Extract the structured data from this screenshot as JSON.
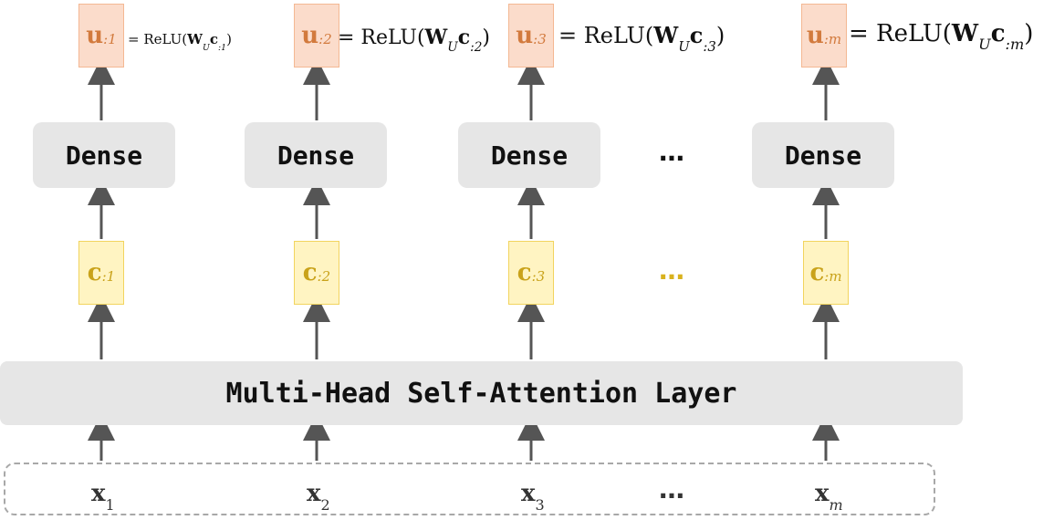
{
  "columns": [
    {
      "u_base": "u",
      "u_sub": ":1",
      "eq_prefix": "= ReLU(",
      "eq_W": "W",
      "eq_Wsub": "U",
      "eq_c": "c",
      "eq_csub": ":1",
      "eq_suffix": ")",
      "dense_label": "Dense",
      "c_base": "c",
      "c_sub": ":1",
      "x_base": "x",
      "x_sub": "1"
    },
    {
      "u_base": "u",
      "u_sub": ":2",
      "eq_prefix": "= ReLU(",
      "eq_W": "W",
      "eq_Wsub": "U",
      "eq_c": "c",
      "eq_csub": ":2",
      "eq_suffix": ")",
      "dense_label": "Dense",
      "c_base": "c",
      "c_sub": ":2",
      "x_base": "x",
      "x_sub": "2"
    },
    {
      "u_base": "u",
      "u_sub": ":3",
      "eq_prefix": "= ReLU(",
      "eq_W": "W",
      "eq_Wsub": "U",
      "eq_c": "c",
      "eq_csub": ":3",
      "eq_suffix": ")",
      "dense_label": "Dense",
      "c_base": "c",
      "c_sub": ":3",
      "x_base": "x",
      "x_sub": "3"
    },
    {
      "u_base": "u",
      "u_sub": ":m",
      "eq_prefix": "= ReLU(",
      "eq_W": "W",
      "eq_Wsub": "U",
      "eq_c": "c",
      "eq_csub": ":m",
      "eq_suffix": ")",
      "dense_label": "Dense",
      "c_base": "c",
      "c_sub": ":m",
      "x_base": "x",
      "x_sub": "m"
    }
  ],
  "ellipsis": "…",
  "attention_label": "Multi-Head Self-Attention Layer",
  "colors": {
    "u_fill": "#fbdccb",
    "u_text": "#d27a3d",
    "c_fill": "#fff4c2",
    "c_text": "#c9a21a",
    "box_gray": "#e6e6e6",
    "arrow": "#555555"
  }
}
